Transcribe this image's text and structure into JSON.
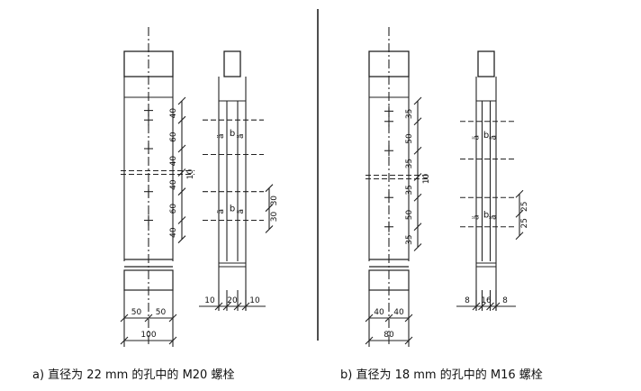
{
  "figure_a": {
    "caption": "a) 直径为 22 mm 的孔中的 M20 螺栓",
    "left_dims": [
      "40",
      "60",
      "40",
      "40",
      "60",
      "40"
    ],
    "gap_dim": "10",
    "right_dims": [
      "30",
      "30"
    ],
    "bottom_dims": [
      "50",
      "50"
    ],
    "total_width": "100",
    "side_dims": [
      "10",
      "20",
      "10"
    ],
    "hole_labels": [
      "ä",
      "b",
      "ä",
      "ä",
      "b",
      "ä"
    ]
  },
  "figure_b": {
    "caption": "b) 直径为 18 mm 的孔中的 M16 螺栓",
    "left_dims": [
      "35",
      "50",
      "35",
      "35",
      "50",
      "35"
    ],
    "gap_dim": "10",
    "right_dims": [
      "25",
      "25"
    ],
    "bottom_dims": [
      "40",
      "40"
    ],
    "total_width": "80",
    "side_dims": [
      "8",
      "16",
      "8"
    ],
    "hole_labels": [
      "ä",
      "b",
      "ä",
      "ä",
      "b",
      "ä"
    ]
  }
}
